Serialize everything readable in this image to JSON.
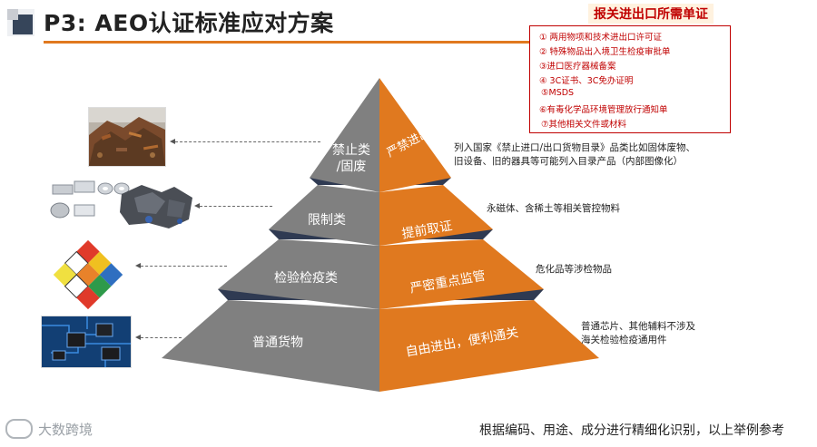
{
  "title": "P3: AEO认证标准应对方案",
  "certificates": {
    "heading": "报关进出口所需单证",
    "items": [
      "① 两用物项和技术进出口许可证",
      "② 特殊物品出入境卫生检疫审批单",
      "③进口医疗器械备案",
      "④ 3C证书、3C免办证明",
      "⑤MSDS",
      "⑥有毒化学品环境管理放行通知单",
      "⑦其他相关文件或材料"
    ]
  },
  "tiers": [
    {
      "category": "禁止类/固废",
      "category_line1": "禁止类",
      "category_line2": "/固废",
      "policy": "严禁进出",
      "desc_lines": [
        "列入国家《禁止进口/出口货物目录》品类比如固体废物、",
        "旧设备、旧的器具等可能列入目录产品（内部图像化）"
      ]
    },
    {
      "category": "限制类",
      "policy": "提前取证",
      "desc_lines": [
        "永磁体、含稀土等相关管控物料"
      ]
    },
    {
      "category": "检验检疫类",
      "policy": "严密重点监管",
      "desc_lines": [
        "危化品等涉检物品"
      ]
    },
    {
      "category": "普通货物",
      "policy": "自由进出，便利通关",
      "desc_lines": [
        "普通芯片、其他辅料不涉及",
        "海关检验检疫通用件"
      ]
    }
  ],
  "footer_note": "根据编码、用途、成分进行精细化识别，以上举例参考",
  "logo_text": "大数跨境",
  "colors": {
    "accent": "#e0791f",
    "pyramid_left": "#808080",
    "pyramid_right": "#e0791f",
    "divider": "#36455a",
    "cert_red": "#c00000"
  },
  "icons": [
    "scrap-metal-photo",
    "magnets-ore-photo",
    "hazard-labels-photo",
    "circuit-board-photo"
  ]
}
